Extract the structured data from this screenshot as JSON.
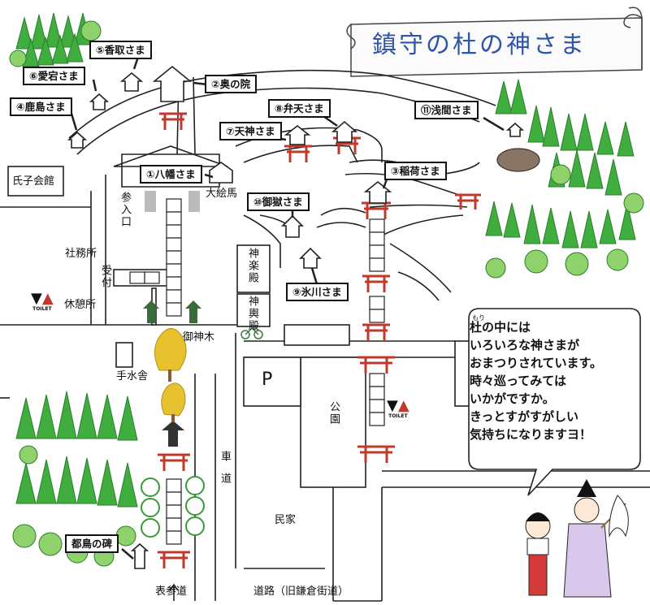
{
  "title": "鎮守の杜の神さま",
  "callouts": {
    "hachiman": "①八幡さま",
    "okunoin": "②奥の院",
    "inari": "③稲荷さま",
    "kashima": "④鹿島さま",
    "katori": "⑤香取さま",
    "atago": "⑥愛宕さま",
    "tenjin": "⑦天神さま",
    "benten": "⑧弁天さま",
    "hikawa": "⑨氷川さま",
    "mitake": "⑩御獄さま",
    "sengen": "⑪浅間さま",
    "miyakodori": "都鳥の碑"
  },
  "labels": {
    "ujiko_kaikan": "氏子会館",
    "shamusho": "社務所",
    "kyukeisho": "休憩所",
    "sanshu": "参入口",
    "uketsuke": "受付",
    "oema": "大絵馬",
    "kagura": "神楽殿",
    "mikoshi": "神輿殿",
    "goshinboku": "御神木",
    "temizuya": "手水舎",
    "parking": "P",
    "koen": "公園",
    "kuruma": "車道",
    "minka": "民家",
    "omotesando": "表参道",
    "road": "道路（旧鎌倉街道）",
    "toilet": "TOILET"
  },
  "bubble": {
    "ruby": "もり",
    "lines": [
      "杜の中には",
      "いろいろな神さまが",
      "おまつりされています。",
      "時々巡ってみては",
      "いかがですか。",
      "きっとすがすがしい",
      "気持ちになりますヨ！"
    ]
  },
  "colors": {
    "title": "#2f55a6",
    "torii": "#c0392b",
    "tree_green": "#3fae3f",
    "tree_light": "#8fd16a",
    "ginkgo": "#e8c22e"
  }
}
